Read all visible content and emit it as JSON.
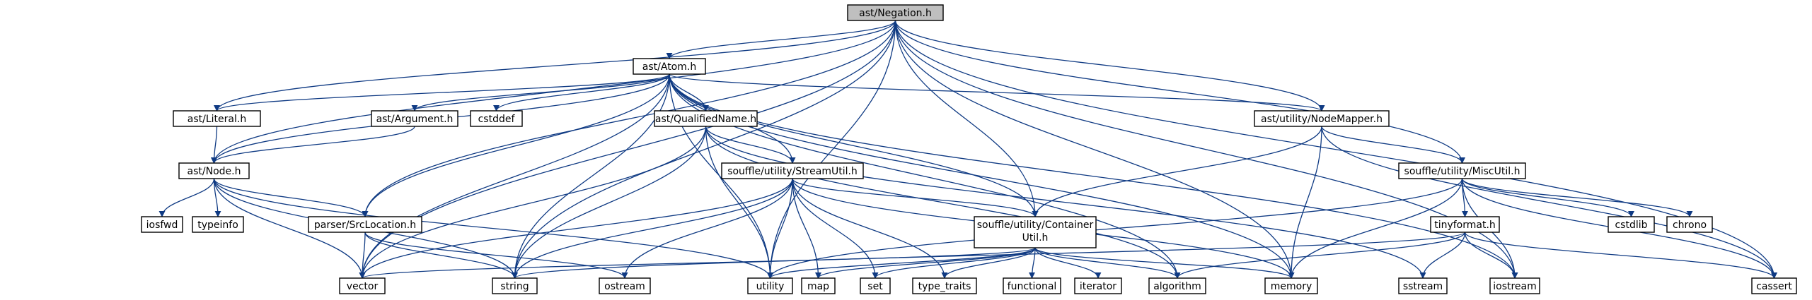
{
  "colors": {
    "edge": "#0f3a83",
    "root_fill": "#bfbfbf",
    "node_border": "#000000",
    "system_border": "#bfbfbf",
    "system_text": "#555555"
  },
  "nodes": [
    {
      "id": "negation",
      "label": "ast/Negation.h",
      "kind": "root"
    },
    {
      "id": "atom",
      "label": "ast/Atom.h",
      "kind": "file"
    },
    {
      "id": "literal",
      "label": "ast/Literal.h",
      "kind": "file"
    },
    {
      "id": "argument",
      "label": "ast/Argument.h",
      "kind": "file"
    },
    {
      "id": "cstddef",
      "label": "cstddef",
      "kind": "system"
    },
    {
      "id": "qualifiedname",
      "label": "ast/QualifiedName.h",
      "kind": "file"
    },
    {
      "id": "nodemapper",
      "label": "ast/utility/NodeMapper.h",
      "kind": "file"
    },
    {
      "id": "node",
      "label": "ast/Node.h",
      "kind": "file"
    },
    {
      "id": "streamutil",
      "label": "souffle/utility/StreamUtil.h",
      "kind": "file"
    },
    {
      "id": "miscutil",
      "label": "souffle/utility/MiscUtil.h",
      "kind": "file"
    },
    {
      "id": "iosfwd",
      "label": "iosfwd",
      "kind": "system"
    },
    {
      "id": "typeinfo",
      "label": "typeinfo",
      "kind": "system"
    },
    {
      "id": "srclocation",
      "label": "parser/SrcLocation.h",
      "kind": "file"
    },
    {
      "id": "containerutil",
      "label": "souffle/utility/ContainerUtil.h",
      "lines": [
        "souffle/utility/Container",
        "Util.h"
      ],
      "kind": "file"
    },
    {
      "id": "tinyformat",
      "label": "tinyformat.h",
      "kind": "file"
    },
    {
      "id": "cstdlib",
      "label": "cstdlib",
      "kind": "system"
    },
    {
      "id": "chrono",
      "label": "chrono",
      "kind": "system"
    },
    {
      "id": "vector",
      "label": "vector",
      "kind": "system"
    },
    {
      "id": "string",
      "label": "string",
      "kind": "system"
    },
    {
      "id": "ostream",
      "label": "ostream",
      "kind": "system"
    },
    {
      "id": "utility",
      "label": "utility",
      "kind": "system"
    },
    {
      "id": "map",
      "label": "map",
      "kind": "system"
    },
    {
      "id": "set",
      "label": "set",
      "kind": "system"
    },
    {
      "id": "type_traits",
      "label": "type_traits",
      "kind": "system"
    },
    {
      "id": "functional",
      "label": "functional",
      "kind": "system"
    },
    {
      "id": "iterator",
      "label": "iterator",
      "kind": "system"
    },
    {
      "id": "algorithm",
      "label": "algorithm",
      "kind": "system"
    },
    {
      "id": "memory",
      "label": "memory",
      "kind": "system"
    },
    {
      "id": "sstream",
      "label": "sstream",
      "kind": "system"
    },
    {
      "id": "iostream",
      "label": "iostream",
      "kind": "system"
    },
    {
      "id": "cassert",
      "label": "cassert",
      "kind": "system"
    }
  ],
  "edges": [
    [
      "negation",
      "atom"
    ],
    [
      "negation",
      "literal"
    ],
    [
      "negation",
      "node"
    ],
    [
      "negation",
      "nodemapper"
    ],
    [
      "negation",
      "srclocation"
    ],
    [
      "negation",
      "containerutil"
    ],
    [
      "negation",
      "miscutil"
    ],
    [
      "negation",
      "vector"
    ],
    [
      "negation",
      "string"
    ],
    [
      "negation",
      "utility"
    ],
    [
      "negation",
      "memory"
    ],
    [
      "negation",
      "iostream"
    ],
    [
      "negation",
      "cassert"
    ],
    [
      "atom",
      "literal"
    ],
    [
      "atom",
      "argument"
    ],
    [
      "atom",
      "cstddef"
    ],
    [
      "atom",
      "qualifiedname"
    ],
    [
      "atom",
      "nodemapper"
    ],
    [
      "atom",
      "node"
    ],
    [
      "atom",
      "streamutil"
    ],
    [
      "atom",
      "srclocation"
    ],
    [
      "atom",
      "containerutil"
    ],
    [
      "atom",
      "vector"
    ],
    [
      "atom",
      "string"
    ],
    [
      "atom",
      "utility"
    ],
    [
      "atom",
      "algorithm"
    ],
    [
      "atom",
      "memory"
    ],
    [
      "atom",
      "iostream"
    ],
    [
      "literal",
      "node"
    ],
    [
      "argument",
      "node"
    ],
    [
      "qualifiedname",
      "streamutil"
    ],
    [
      "qualifiedname",
      "vector"
    ],
    [
      "qualifiedname",
      "string"
    ],
    [
      "qualifiedname",
      "utility"
    ],
    [
      "qualifiedname",
      "algorithm"
    ],
    [
      "qualifiedname",
      "sstream"
    ],
    [
      "nodemapper",
      "containerutil"
    ],
    [
      "nodemapper",
      "miscutil"
    ],
    [
      "nodemapper",
      "memory"
    ],
    [
      "nodemapper",
      "cassert"
    ],
    [
      "node",
      "iosfwd"
    ],
    [
      "node",
      "typeinfo"
    ],
    [
      "node",
      "srclocation"
    ],
    [
      "node",
      "vector"
    ],
    [
      "node",
      "string"
    ],
    [
      "node",
      "utility"
    ],
    [
      "streamutil",
      "containerutil"
    ],
    [
      "streamutil",
      "vector"
    ],
    [
      "streamutil",
      "string"
    ],
    [
      "streamutil",
      "ostream"
    ],
    [
      "streamutil",
      "utility"
    ],
    [
      "streamutil",
      "map"
    ],
    [
      "streamutil",
      "set"
    ],
    [
      "streamutil",
      "type_traits"
    ],
    [
      "streamutil",
      "memory"
    ],
    [
      "miscutil",
      "utility"
    ],
    [
      "miscutil",
      "tinyformat"
    ],
    [
      "miscutil",
      "cstdlib"
    ],
    [
      "miscutil",
      "chrono"
    ],
    [
      "miscutil",
      "memory"
    ],
    [
      "miscutil",
      "iostream"
    ],
    [
      "miscutil",
      "cassert"
    ],
    [
      "srclocation",
      "vector"
    ],
    [
      "srclocation",
      "string"
    ],
    [
      "srclocation",
      "ostream"
    ],
    [
      "containerutil",
      "vector"
    ],
    [
      "containerutil",
      "utility"
    ],
    [
      "containerutil",
      "map"
    ],
    [
      "containerutil",
      "set"
    ],
    [
      "containerutil",
      "type_traits"
    ],
    [
      "containerutil",
      "functional"
    ],
    [
      "containerutil",
      "iterator"
    ],
    [
      "containerutil",
      "algorithm"
    ],
    [
      "containerutil",
      "memory"
    ],
    [
      "tinyformat",
      "string"
    ],
    [
      "tinyformat",
      "algorithm"
    ],
    [
      "tinyformat",
      "sstream"
    ],
    [
      "tinyformat",
      "iostream"
    ],
    [
      "tinyformat",
      "cassert"
    ]
  ]
}
